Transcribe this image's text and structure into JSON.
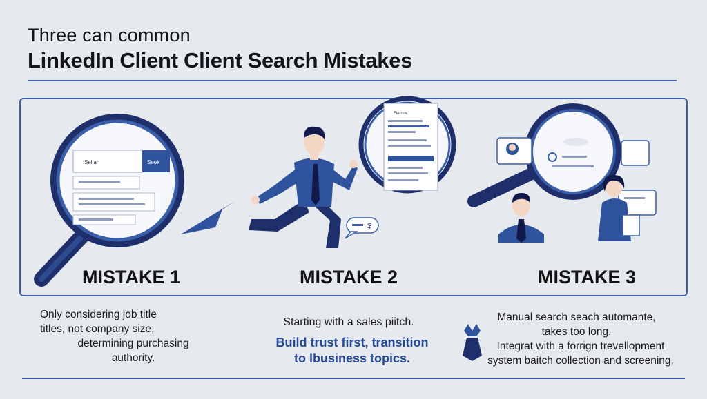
{
  "header": {
    "line1": "Three can common",
    "line2": "LinkedIn Client Client Search Mistakes"
  },
  "mistakes": [
    {
      "label": "MISTAKE 1",
      "lines": [
        "Only considering job title",
        "titles, not company size,",
        "determining purchasing",
        "authority."
      ]
    },
    {
      "label": "MISTAKE 2",
      "line": "Starting with a sales piitch.",
      "highlight_lines": [
        "Build trust first, transition",
        "to lbusiness topics."
      ]
    },
    {
      "label": "MISTAKE 3",
      "line_a": [
        "Manual search seach automante,",
        "takes too long."
      ],
      "line_b": [
        "Integrat with a forrign trevellopment",
        "system baitch collection and screening."
      ]
    }
  ],
  "illustration_text": {
    "search_box_label": "Seliar",
    "search_button_label": "Seek",
    "doc_heading": "Flarrow",
    "bubble_symbol": "$"
  },
  "colors": {
    "background": "#e6e9ee",
    "accent": "#3a5fa8",
    "navy": "#1f2f6b",
    "highlight": "#23489a"
  }
}
